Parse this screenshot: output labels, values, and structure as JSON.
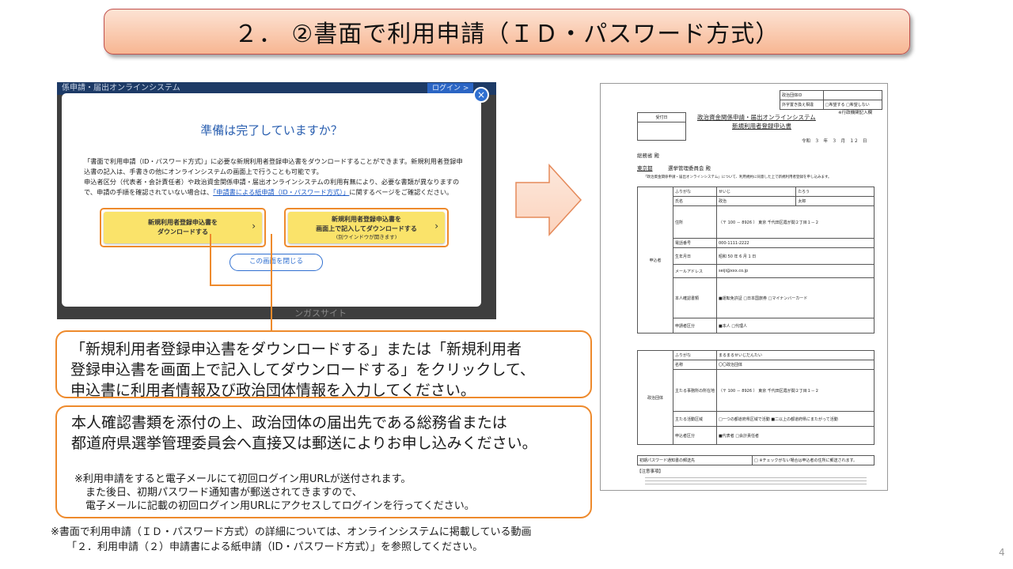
{
  "slide": {
    "title": "２． ②書面で利用申請（ＩＤ・パスワード方式）",
    "page_number": "4",
    "footnote_line1": "※書面で利用申請（ＩＤ・パスワード方式）の詳細については、オンラインシステムに掲載している動画",
    "footnote_line2": "「２．利用申請（２）申請書による紙申請（ID・パスワード方式）」を参照してください。"
  },
  "screenshot": {
    "header_text": "係申請・届出オンラインシステム",
    "login_label": "ログイン >",
    "bottom_text": "ンガスサイト",
    "modal": {
      "title": "準備は完了していますか？",
      "para1": "「書面で利用申請（ID・パスワード方式）」に必要な新規利用者登録申込書をダウンロードすることができます。新規利用者登録申込書の記入は、手書きの他にオンラインシステムの画面上で行うことも可能です。",
      "para2_pre": "申込者区分（代表者・会計責任者）や政治資金関係申請・届出オンラインシステムの利用有無により、必要な書類が異なりますので、申請の手順を確認されていない場合は、",
      "para2_link": "「申請書による紙申請（ID・パスワード方式）」",
      "para2_post": "に関するページをご確認ください。",
      "btn_download_line1": "新規利用者登録申込書を",
      "btn_download_line2": "ダウンロードする",
      "btn_fill_line1": "新規利用者登録申込書を",
      "btn_fill_line2": "画面上で記入してダウンロードする",
      "btn_fill_note": "(別ウインドウが開きます)",
      "close_screen": "この画面を閉じる",
      "close_icon": "×"
    }
  },
  "callouts": {
    "c1_line1": "「新規利用者登録申込書をダウンロードする」または「新規利用者",
    "c1_line2": "登録申込書を画面上で記入してダウンロードする」をクリックして、",
    "c1_line3": "申込書に利用者情報及び政治団体情報を入力してください。",
    "c2_line1": "本人確認書類を添付の上、政治団体の届出先である総務省または",
    "c2_line2": "都道府県選挙管理委員会へ直接又は郵送によりお申し込みください。",
    "c2_note1": "※利用申請をすると電子メールにて初回ログイン用URLが送付されます。",
    "c2_note2": "また後日、初期パスワード通知書が郵送されてきますので、",
    "c2_note3": "電子メールに記載の初回ログイン用URLにアクセスしてログインを行ってください。"
  },
  "form": {
    "id_label": "政治団体ID",
    "choice_label": "外字置き換え相違",
    "choice_yes": "□希望する",
    "choice_no": "□希望しない",
    "admin_note": "※行政機関記入欄",
    "receipt": "受付日",
    "title1": "政治資金関係申請・届出オンラインシステム",
    "title2": "新規利用者登録申込書",
    "date": "令和　３　年　３　月　１２　日",
    "addressee1": "総務省 殿",
    "addressee2_pref": "東京都",
    "addressee2_rest": "選挙管理委員会 殿",
    "intro": "「政治資金関係申請・届出オンラインシステム」について、利用規約に同意した上で新規利用者登録を申し込みます。",
    "applicant_label": "申込者",
    "rows": [
      [
        "ふりがな",
        "せいじ",
        "たろう"
      ],
      [
        "氏名",
        "政治",
        "太郎"
      ],
      [
        "住所",
        "（〒 100 － 8926 ） 東京 千代田区霞が関２丁目１－２",
        ""
      ],
      [
        "電話番号",
        "000-1111-2222",
        ""
      ],
      [
        "生年月日",
        "昭和 50 年 6 月 1 日",
        ""
      ],
      [
        "メールアドレス",
        "seiji@xxx.co.jp",
        ""
      ],
      [
        "本人確認書類",
        "■運転免許証 □日本国旅券 □マイナンバーカード",
        ""
      ],
      [
        "申請者区分",
        "■本人 □代理人",
        ""
      ]
    ],
    "group_label": "政治団体",
    "group_rows": [
      [
        "ふりがな",
        "まるまるせいじだんたい"
      ],
      [
        "名称",
        "〇〇政治団体"
      ],
      [
        "主たる事務所の所在地",
        "（〒 100 － 8926 ） 東京 千代田区霞が関２丁目１－２"
      ],
      [
        "主たる活動区域",
        "□一つの都道府県区域で活動 ■二以上の都道府県にまたがって活動"
      ],
      [
        "申込者区分",
        "■代表者 □会計責任者"
      ]
    ],
    "mail_label": "初期パスワード通知書の郵送先",
    "mail_value": "□ ※チェックがない場合は申込者の住所に郵送されます。",
    "notes_title": "【注意事項】"
  },
  "colors": {
    "accent_orange": "#ee8a2c",
    "title_gradient_top": "#fde3d4",
    "title_gradient_bottom": "#f7b692",
    "button_yellow": "#fae36a",
    "link_blue": "#1d5bc7"
  }
}
